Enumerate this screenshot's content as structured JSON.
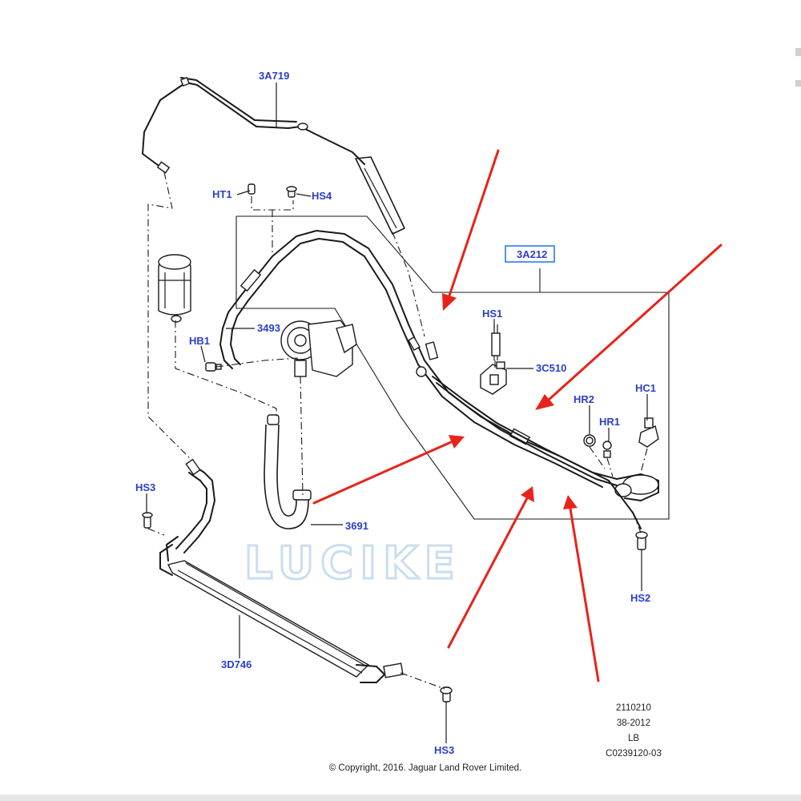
{
  "diagram": {
    "callouts": {
      "c_3A719": "3A719",
      "c_HT1": "HT1",
      "c_HS4": "HS4",
      "c_3A212": "3A212",
      "c_HS1": "HS1",
      "c_3C510": "3C510",
      "c_3493": "3493",
      "c_HB1": "HB1",
      "c_HR2": "HR2",
      "c_HR1": "HR1",
      "c_HC1": "HC1",
      "c_HS3a": "HS3",
      "c_3691": "3691",
      "c_HS2": "HS2",
      "c_3D746": "3D746",
      "c_HS3b": "HS3"
    },
    "ref_block": {
      "line1": "2110210",
      "line2": "38-2012",
      "line3": "LB",
      "line4": "C0239120-03"
    },
    "copyright": "© Copyright, 2016. Jaguar Land Rover Limited.",
    "watermark": "LUCIKE",
    "colors": {
      "callout_blue": "#2a3fc8",
      "arrow_red": "#e8231b",
      "line_art": "#1a1a1a",
      "watermark": "#b9d4ea"
    }
  }
}
